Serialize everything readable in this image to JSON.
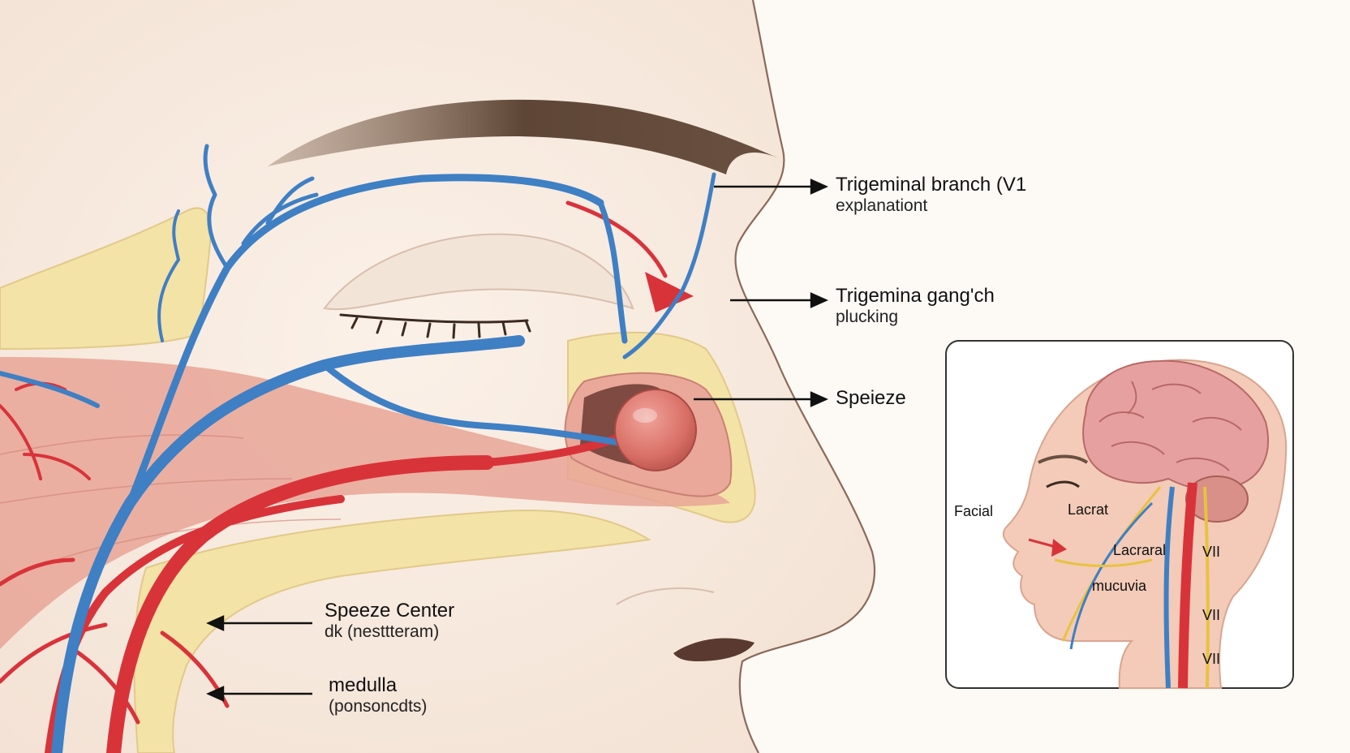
{
  "callouts": {
    "v1": {
      "title": "Trigeminal branch (V1",
      "sub": "explanationt"
    },
    "ganglion": {
      "title": "Trigemina gang'ch",
      "sub": "plucking"
    },
    "sneeze": {
      "title": "Speieze"
    },
    "center": {
      "title": "Speeze Center",
      "sub": "dk (nesttteram)"
    },
    "medulla": {
      "title": "medulla",
      "sub": "(ponsoncdts)"
    }
  },
  "inset": {
    "facial": "Facial",
    "lacrat": "Lacrat",
    "lacraral": "Lacraral",
    "mucuvia": "mucuvia",
    "vii_1": "VII",
    "vii_2": "VII",
    "vii_3": "VII"
  },
  "colors": {
    "skin": "#f6e9de",
    "nerve_blue": "#3f7fc4",
    "artery_red": "#d9333a",
    "fat_yellow": "#f4e3a6",
    "muscle_pink": "#e7a496",
    "brow": "#6a5040",
    "brain": "#e7a0a0"
  }
}
